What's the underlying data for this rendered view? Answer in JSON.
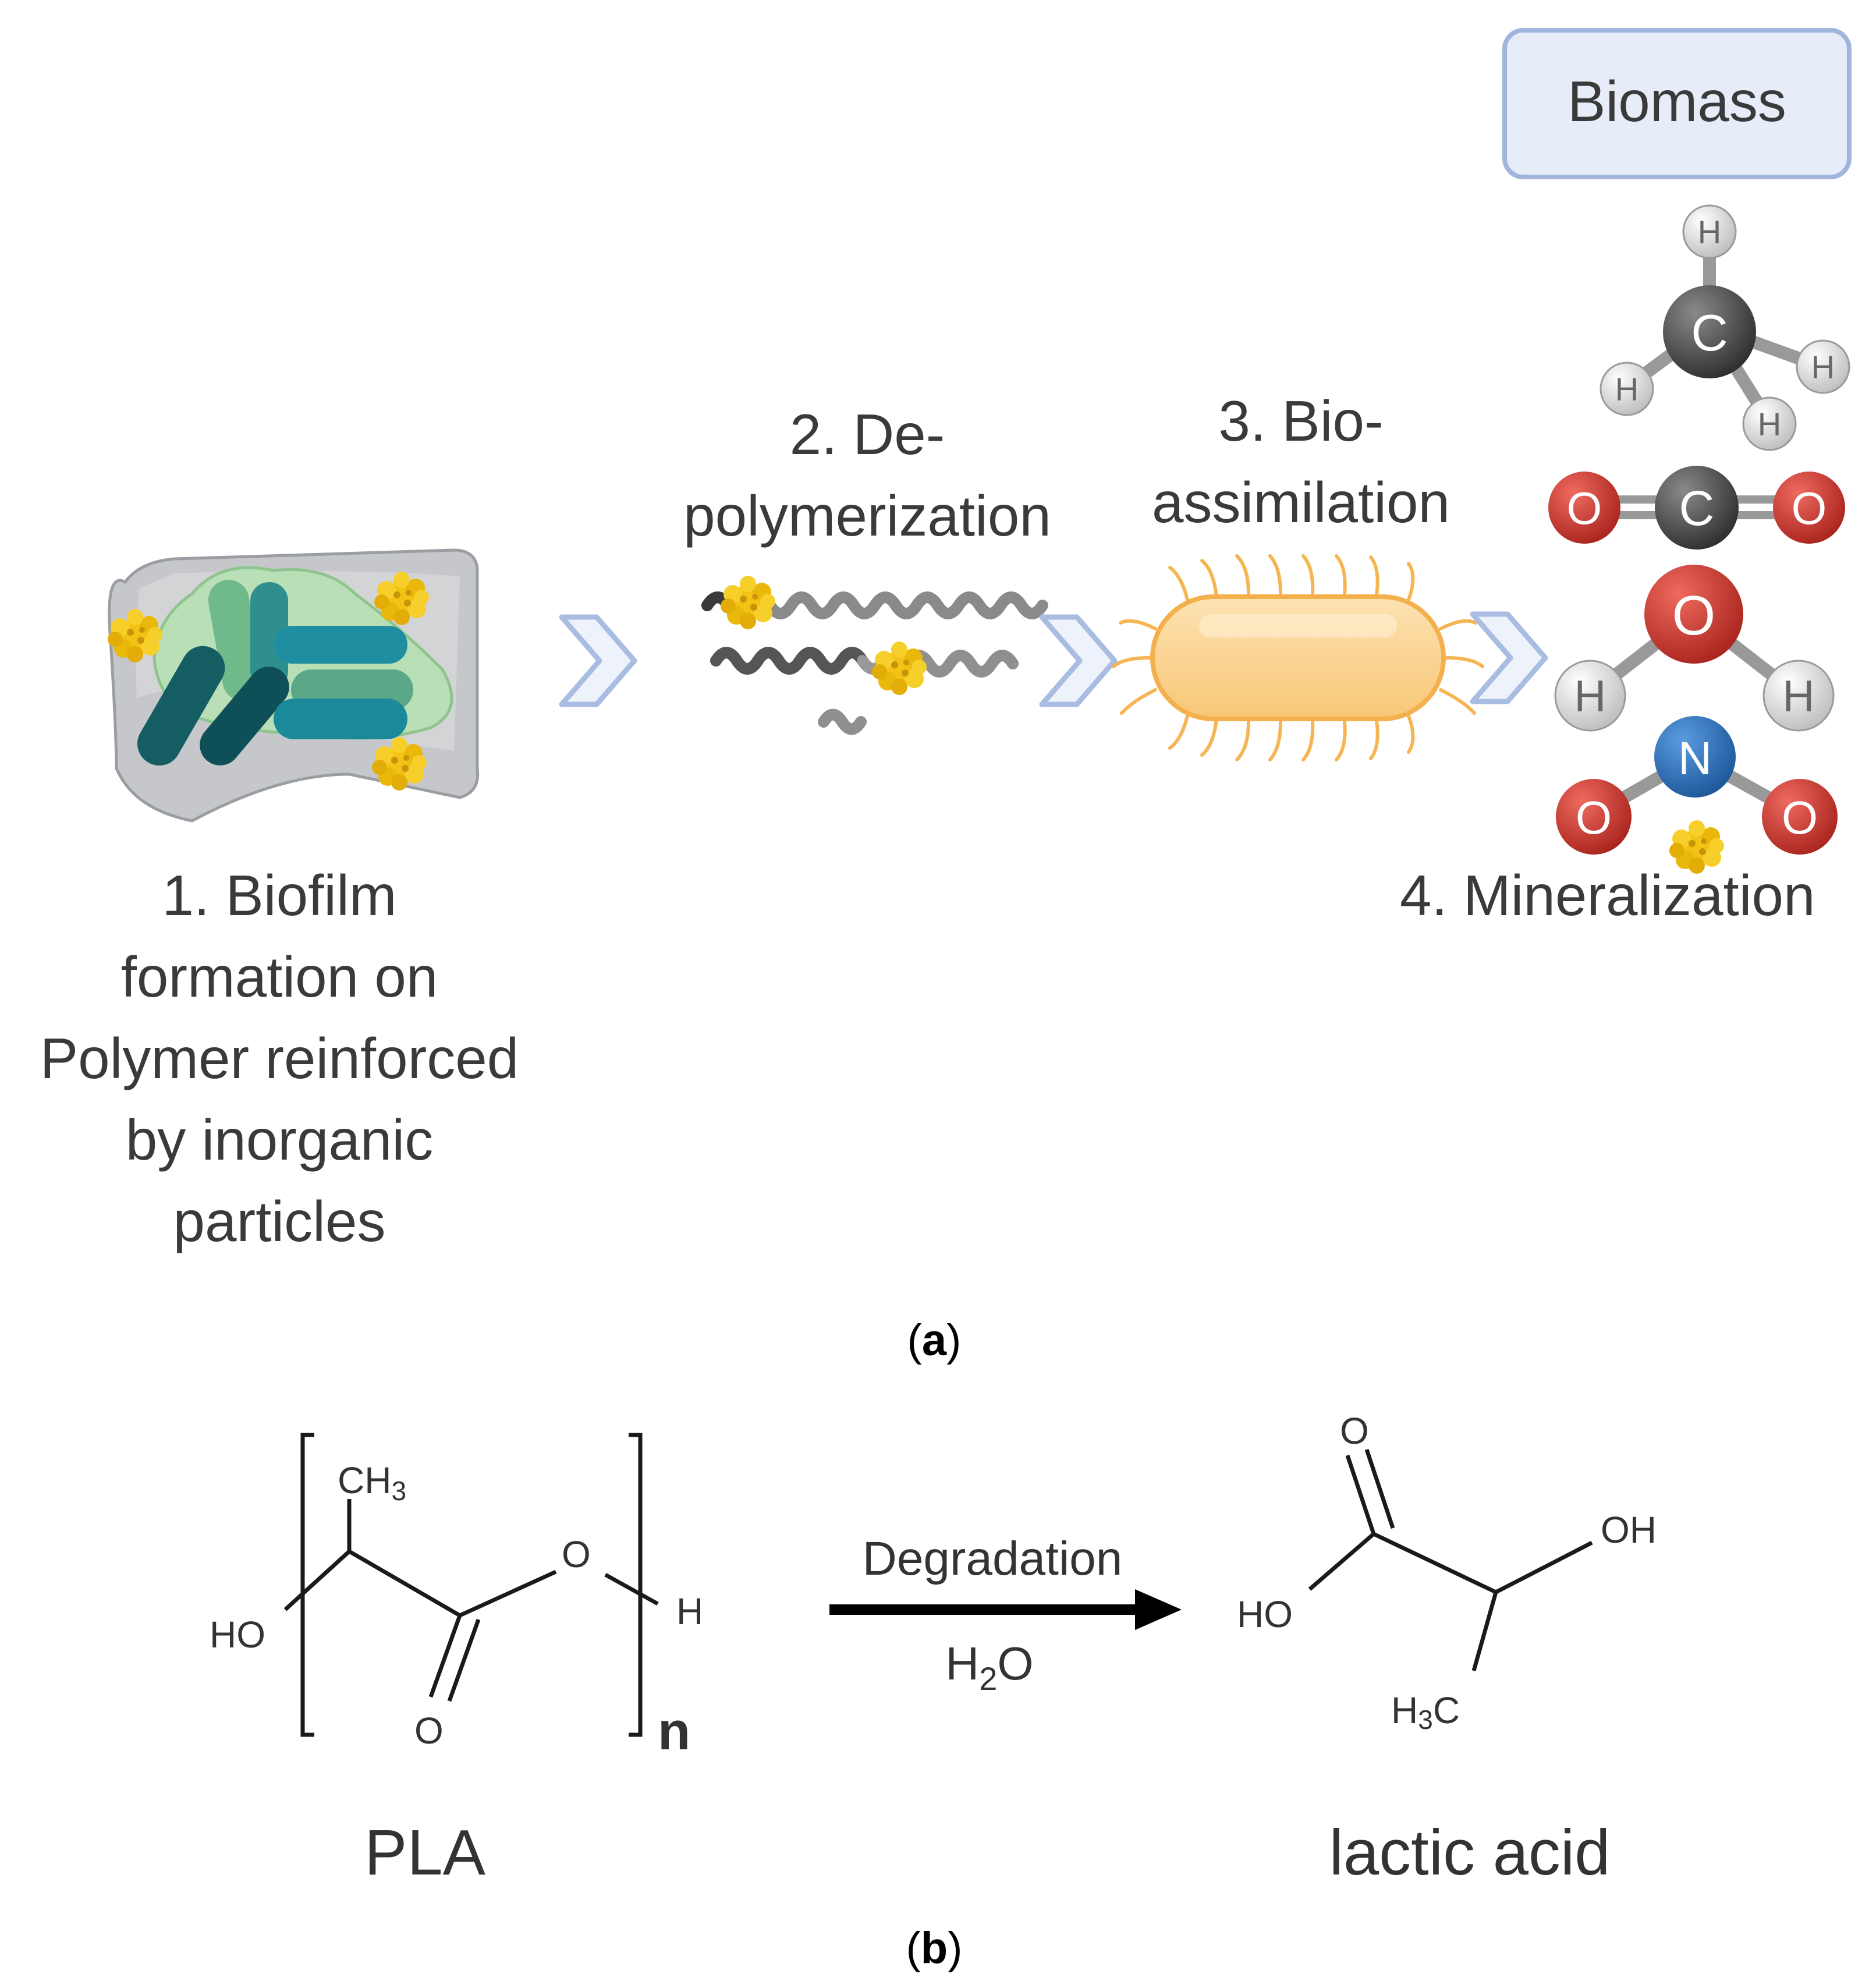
{
  "panel_a": {
    "caption_open": "(",
    "caption_letter": "a",
    "caption_close": ")",
    "step1": {
      "lines": [
        "1. Biofilm",
        "formation on",
        "Polymer reinforced",
        "by inorganic",
        "particles"
      ]
    },
    "step2": {
      "lines": [
        "2. De-",
        "polymerization"
      ]
    },
    "step3": {
      "lines": [
        "3. Bio-",
        "assimilation"
      ]
    },
    "step4": {
      "label": "4. Mineralization",
      "biomass_label": "Biomass"
    },
    "molecules": {
      "methane": {
        "center": "C",
        "ligand": "H"
      },
      "carbon_dioxide": {
        "center": "C",
        "ligand": "O"
      },
      "water": {
        "center": "O",
        "ligand": "H"
      },
      "nitrogen_dioxide": {
        "center": "N",
        "ligand": "O"
      }
    },
    "colors": {
      "arrow": "#a9bde3",
      "bacterium_body": "#fcd69a",
      "bacterium_outline": "#f5b04e",
      "carbon": "#3d3d3d",
      "hydrogen": "#d9d9d9",
      "oxygen": "#c8342b",
      "nitrogen": "#2a6db5",
      "particle": "#f2c314",
      "biomass_box_fill": "#e6edf8",
      "biomass_box_border": "#9fb5de"
    }
  },
  "panel_b": {
    "caption_open": "(",
    "caption_letter": "b",
    "caption_close": ")",
    "pla": {
      "name": "PLA",
      "ch3": "CH",
      "ch3_sub": "3",
      "ho": "HO",
      "o_ester": "O",
      "o_carbonyl": "O",
      "h_end": "H",
      "repeat": "n"
    },
    "reaction": {
      "label_top": "Degradation",
      "label_bottom_h": "H",
      "label_bottom_sub": "2",
      "label_bottom_o": "O"
    },
    "lactic_acid": {
      "name": "lactic acid",
      "o_carbonyl": "O",
      "oh": "OH",
      "ho": "HO",
      "h3c_h": "H",
      "h3c_sub": "3",
      "h3c_c": "C"
    }
  }
}
